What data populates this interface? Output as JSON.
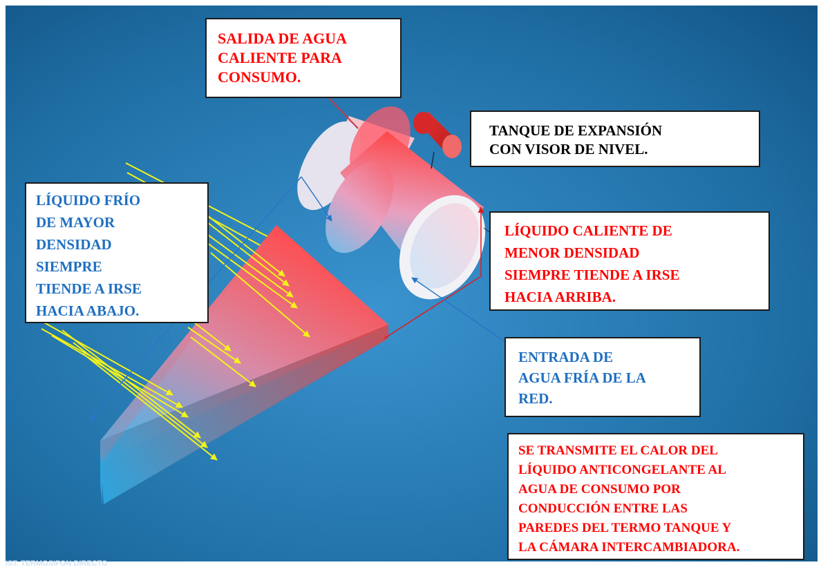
{
  "labels": {
    "hot_outlet": {
      "lines": [
        "SALIDA DE AGUA",
        "CALIENTE PARA",
        "CONSUMO."
      ],
      "color": "#ff0000"
    },
    "expansion_tank": {
      "lines": [
        "TANQUE DE EXPANSIÓN",
        "CON VISOR DE NIVEL."
      ],
      "color": "#000000"
    },
    "cold_liquid": {
      "lines": [
        "LÍQUIDO FRÍO",
        "DE MAYOR",
        "DENSIDAD",
        "SIEMPRE",
        "TIENDE A IRSE",
        "HACIA ABAJO."
      ],
      "color": "#1f6fc0"
    },
    "hot_liquid": {
      "lines": [
        "LÍQUIDO CALIENTE DE",
        "MENOR DENSIDAD",
        "SIEMPRE TIENDE A IRSE",
        "HACIA ARRIBA."
      ],
      "color": "#ff0000"
    },
    "cold_inlet": {
      "lines": [
        "ENTRADA DE",
        "AGUA FRÍA DE LA",
        "RED."
      ],
      "color": "#1f6fc0"
    },
    "heat_transfer": {
      "lines": [
        "SE TRANSMITE EL CALOR DEL",
        "LÍQUIDO ANTICONGELANTE AL",
        "AGUA DE CONSUMO POR",
        "CONDUCCIÓN ENTRE LAS",
        "PAREDES DEL TERMO TANQUE Y",
        "LA CÁMARA INTERCAMBIADORA."
      ],
      "color": "#ff0000"
    }
  },
  "footer": {
    "text": "IST. TERMOSIFON DIRECTO"
  },
  "colors": {
    "background": "#1e6aa0",
    "hot": "#ff4a4a",
    "cold": "#4fb6ec",
    "sunlight": "#f3f31a"
  },
  "icons": [
    "sun-ray-arrow",
    "flow-arrow"
  ]
}
